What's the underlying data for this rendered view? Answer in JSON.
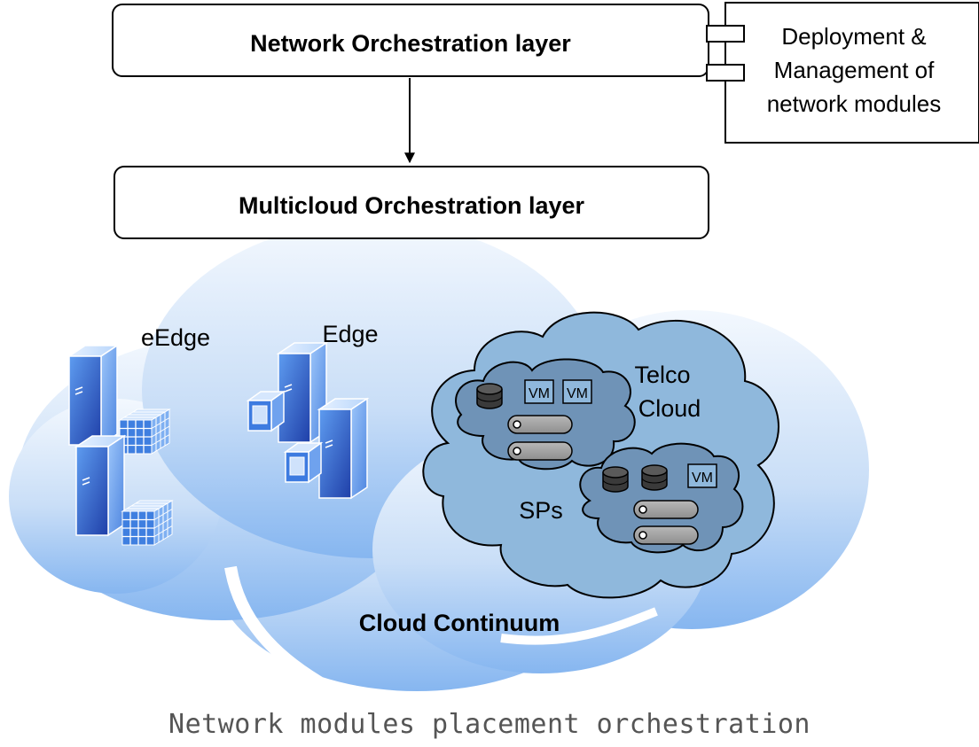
{
  "layers": {
    "network_orchestration": "Network Orchestration layer",
    "multicloud_orchestration": "Multicloud Orchestration layer"
  },
  "component": {
    "line1": "Deployment &",
    "line2": "Management of",
    "line3": "network modules"
  },
  "continuum": {
    "label": "Cloud Continuum",
    "eedge_label": "eEdge",
    "edge_label": "Edge",
    "telco_line1": "Telco",
    "telco_line2": "Cloud",
    "sps_label": "SPs",
    "vm_label": "VM"
  },
  "caption": "Network modules placement orchestration",
  "colors": {
    "cloud_light": "#e8f2fc",
    "cloud_dark": "#8fbcf2",
    "telco_fill": "#7fa9d0",
    "inner_cloud": "#6e8fae",
    "server_blue": "#3c78d8",
    "outline": "#000000"
  }
}
